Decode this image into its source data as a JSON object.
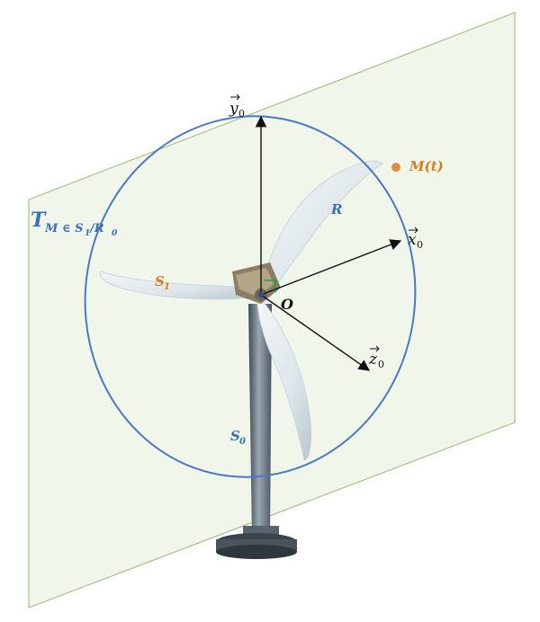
{
  "labels": {
    "y_axis": "y",
    "y_sub": "0",
    "x_axis": "x",
    "x_sub": "0",
    "z_axis": "z",
    "z_sub": "0",
    "origin": "O",
    "point": "M(t)",
    "radius": "R",
    "blade_solid": "S",
    "blade_sub": "1",
    "tower_solid": "S",
    "tower_sub": "0",
    "tangent_T": "T",
    "tangent_sub": "M ∈ S",
    "tangent_sub2": "1",
    "tangent_frame": "/R",
    "tangent_frame_sub": "0"
  },
  "colors": {
    "plane_fill": "#eef4e8",
    "plane_stroke": "#a9c08a",
    "circle": "#4a78c2",
    "blue_label": "#3a6fb8",
    "orange_label": "#e07b1a",
    "point_fill": "#e0903a",
    "axis": "#111111",
    "right_angle": "#1aa63a"
  }
}
